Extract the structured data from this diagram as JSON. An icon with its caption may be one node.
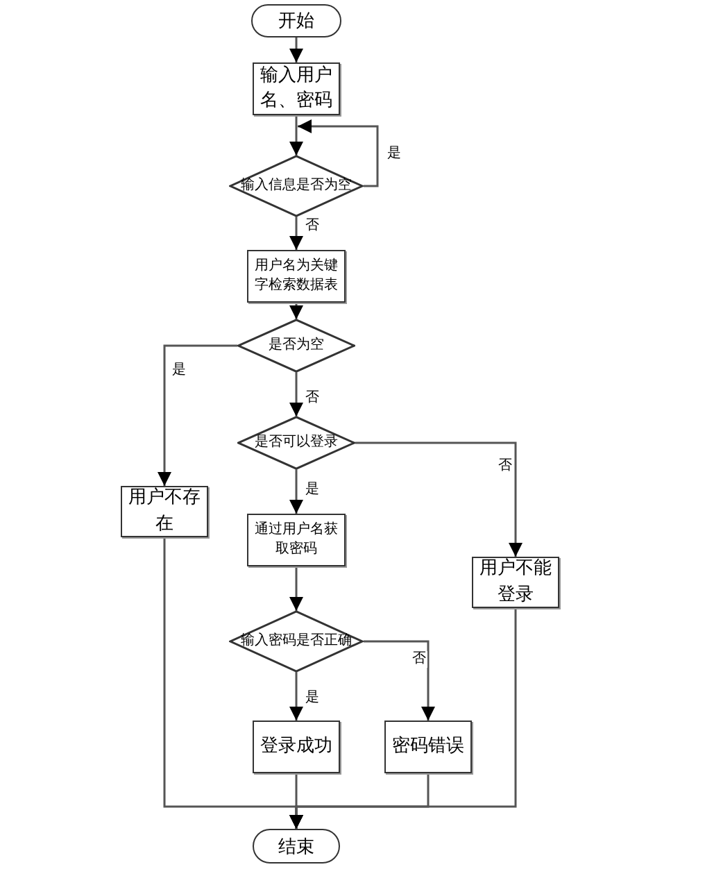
{
  "diagram": {
    "nodes": [
      {
        "text": [
          "开始"
        ]
      },
      {
        "text": [
          "输入用户名、密码"
        ]
      },
      {
        "text": [
          "输入信息是否为空"
        ]
      },
      {
        "text": [
          "用户名为关键字检索数据表"
        ]
      },
      {
        "text": [
          "是否为空"
        ]
      },
      {
        "text": [
          "用户不存在"
        ]
      },
      {
        "text": [
          "是否可以登录"
        ]
      },
      {
        "text": [
          "通过用户名获取密码"
        ]
      },
      {
        "text": [
          "用户不能登录"
        ]
      },
      {
        "text": [
          "输入密码是否正确"
        ]
      },
      {
        "text": [
          "登录成功"
        ]
      },
      {
        "text": [
          "密码错误"
        ]
      },
      {
        "text": [
          "结束"
        ]
      }
    ],
    "edges": [
      {
        "from": 0,
        "to": 1,
        "arrow": "to"
      },
      {
        "from": 1,
        "to": 2,
        "arrow": "to"
      },
      {
        "from": 2,
        "to": 2,
        "arrow": "to",
        "label": "是"
      },
      {
        "from": 2,
        "to": 3,
        "arrow": "to",
        "label": "否"
      },
      {
        "from": 3,
        "to": 4,
        "arrow": "to"
      },
      {
        "from": 4,
        "to": 5,
        "arrow": "to",
        "label": "是"
      },
      {
        "from": 4,
        "to": 6,
        "arrow": "to",
        "label": "否"
      },
      {
        "from": 6,
        "to": 7,
        "arrow": "to",
        "label": "是"
      },
      {
        "from": 6,
        "to": 8,
        "arrow": "to",
        "label": "否"
      },
      {
        "from": 7,
        "to": 9,
        "arrow": "to"
      },
      {
        "from": 9,
        "to": 10,
        "arrow": "to",
        "label": "是"
      },
      {
        "from": 9,
        "to": 11,
        "arrow": "to",
        "label": "否"
      },
      {
        "from": 10,
        "to": 12,
        "arrow": "to"
      },
      {
        "from": 5,
        "to": 12,
        "arrow": "to"
      },
      {
        "from": 11,
        "to": 12,
        "arrow": "to"
      },
      {
        "from": 8,
        "to": 12,
        "arrow": "to"
      }
    ]
  }
}
